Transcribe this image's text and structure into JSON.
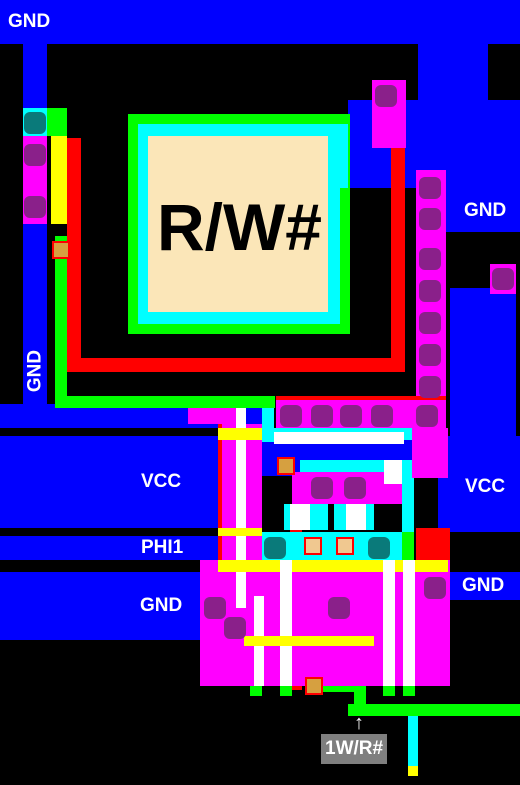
{
  "labels": {
    "gnd_top_left": "GND",
    "gnd_right_upper": "GND",
    "gnd_vertical": "GND",
    "vcc_left": "VCC",
    "vcc_right": "VCC",
    "phi1": "PHI1",
    "gnd_left_lower": "GND",
    "gnd_right_lower": "GND",
    "pad": "R/W#",
    "output_tag": "1W/R#",
    "arrow": "↑"
  },
  "colors": {
    "background": "#000000",
    "metal": "#0000ff",
    "diffusion": "#ff00ff",
    "poly": "#ff0000",
    "metal2": "#00ff00",
    "buried": "#00ffff",
    "implant": "#ffff00",
    "pad_fill": "#fbe6b8",
    "contact": "#8a208a",
    "via": "#0a7a7a",
    "tag_bg": "#7f7f7f"
  }
}
